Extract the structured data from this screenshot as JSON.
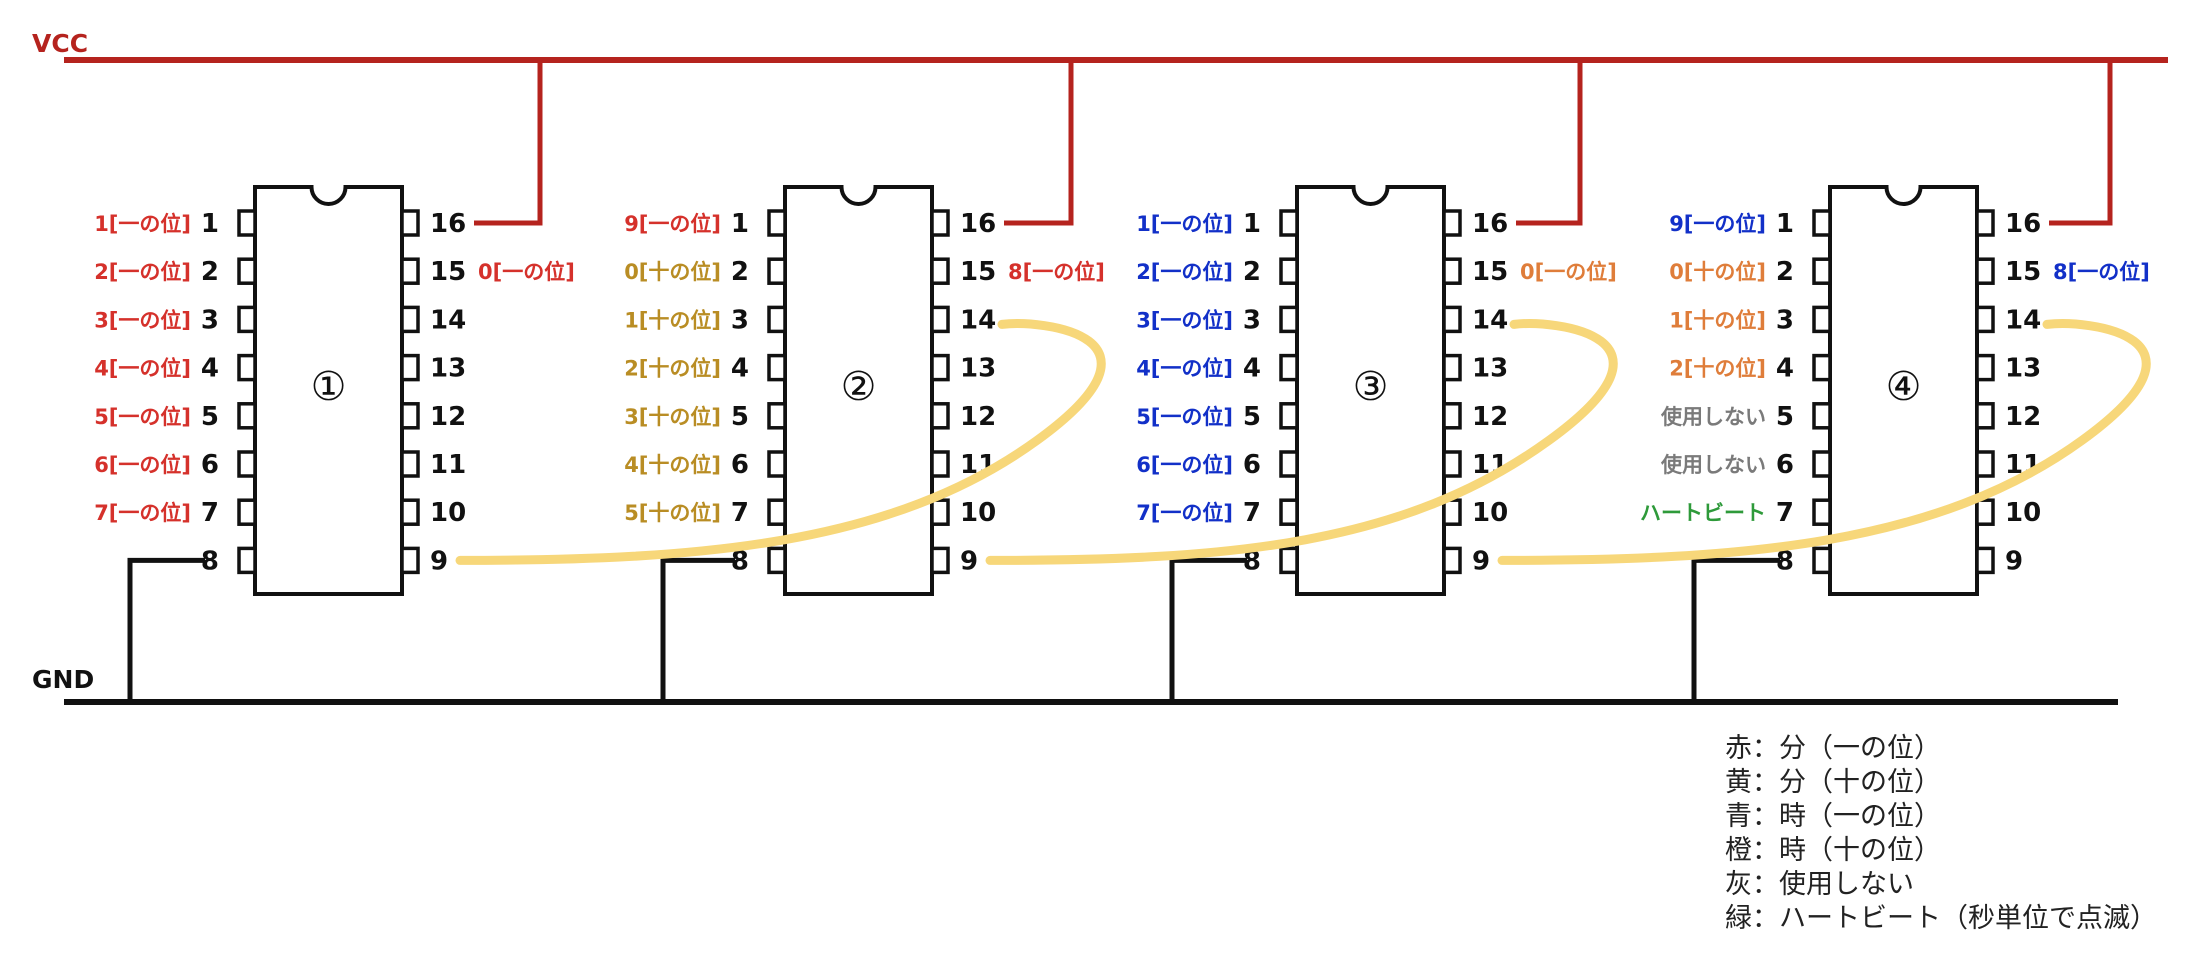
{
  "rails": {
    "vcc_label": "VCC",
    "gnd_label": "GND"
  },
  "colors": {
    "vcc": "#b5231e",
    "gnd": "#111111",
    "wire": "#f7d77a",
    "red": "#d5312b",
    "yellow": "#b98d24",
    "blue": "#1230c8",
    "orange": "#df7d3a",
    "gray": "#7a7a7a",
    "green": "#2e9a3a",
    "black": "#111111"
  },
  "chips": [
    {
      "label": "①",
      "left_pins": [
        "1",
        "2",
        "3",
        "4",
        "5",
        "6",
        "7",
        "8"
      ],
      "right_pins": [
        "16",
        "15",
        "14",
        "13",
        "12",
        "11",
        "10",
        "9"
      ],
      "left_labels": [
        {
          "text": "1[一の位]",
          "color": "red"
        },
        {
          "text": "2[一の位]",
          "color": "red"
        },
        {
          "text": "3[一の位]",
          "color": "red"
        },
        {
          "text": "4[一の位]",
          "color": "red"
        },
        {
          "text": "5[一の位]",
          "color": "red"
        },
        {
          "text": "6[一の位]",
          "color": "red"
        },
        {
          "text": "7[一の位]",
          "color": "red"
        },
        {
          "text": "",
          "color": "black"
        }
      ],
      "pin15_label": {
        "text": "0[一の位]",
        "color": "red"
      }
    },
    {
      "label": "②",
      "left_pins": [
        "1",
        "2",
        "3",
        "4",
        "5",
        "6",
        "7",
        "8"
      ],
      "right_pins": [
        "16",
        "15",
        "14",
        "13",
        "12",
        "11",
        "10",
        "9"
      ],
      "left_labels": [
        {
          "text": "9[一の位]",
          "color": "red"
        },
        {
          "text": "0[十の位]",
          "color": "yellow"
        },
        {
          "text": "1[十の位]",
          "color": "yellow"
        },
        {
          "text": "2[十の位]",
          "color": "yellow"
        },
        {
          "text": "3[十の位]",
          "color": "yellow"
        },
        {
          "text": "4[十の位]",
          "color": "yellow"
        },
        {
          "text": "5[十の位]",
          "color": "yellow"
        },
        {
          "text": "",
          "color": "black"
        }
      ],
      "pin15_label": {
        "text": "8[一の位]",
        "color": "red"
      }
    },
    {
      "label": "③",
      "left_pins": [
        "1",
        "2",
        "3",
        "4",
        "5",
        "6",
        "7",
        "8"
      ],
      "right_pins": [
        "16",
        "15",
        "14",
        "13",
        "12",
        "11",
        "10",
        "9"
      ],
      "left_labels": [
        {
          "text": "1[一の位]",
          "color": "blue"
        },
        {
          "text": "2[一の位]",
          "color": "blue"
        },
        {
          "text": "3[一の位]",
          "color": "blue"
        },
        {
          "text": "4[一の位]",
          "color": "blue"
        },
        {
          "text": "5[一の位]",
          "color": "blue"
        },
        {
          "text": "6[一の位]",
          "color": "blue"
        },
        {
          "text": "7[一の位]",
          "color": "blue"
        },
        {
          "text": "",
          "color": "black"
        }
      ],
      "pin15_label": {
        "text": "0[一の位]",
        "color": "orange"
      }
    },
    {
      "label": "④",
      "left_pins": [
        "1",
        "2",
        "3",
        "4",
        "5",
        "6",
        "7",
        "8"
      ],
      "right_pins": [
        "16",
        "15",
        "14",
        "13",
        "12",
        "11",
        "10",
        "9"
      ],
      "left_labels": [
        {
          "text": "9[一の位]",
          "color": "blue"
        },
        {
          "text": "0[十の位]",
          "color": "orange"
        },
        {
          "text": "1[十の位]",
          "color": "orange"
        },
        {
          "text": "2[十の位]",
          "color": "orange"
        },
        {
          "text": "使用しない",
          "color": "gray"
        },
        {
          "text": "使用しない",
          "color": "gray"
        },
        {
          "text": "ハートビート",
          "color": "green"
        },
        {
          "text": "",
          "color": "black"
        }
      ],
      "pin15_label": {
        "text": "8[一の位]",
        "color": "blue"
      }
    }
  ],
  "legend": [
    "赤：分（一の位）",
    "黄：分（十の位）",
    "青：時（一の位）",
    "橙：時（十の位）",
    "灰：使用しない",
    "緑：ハートビート（秒単位で点滅）"
  ]
}
